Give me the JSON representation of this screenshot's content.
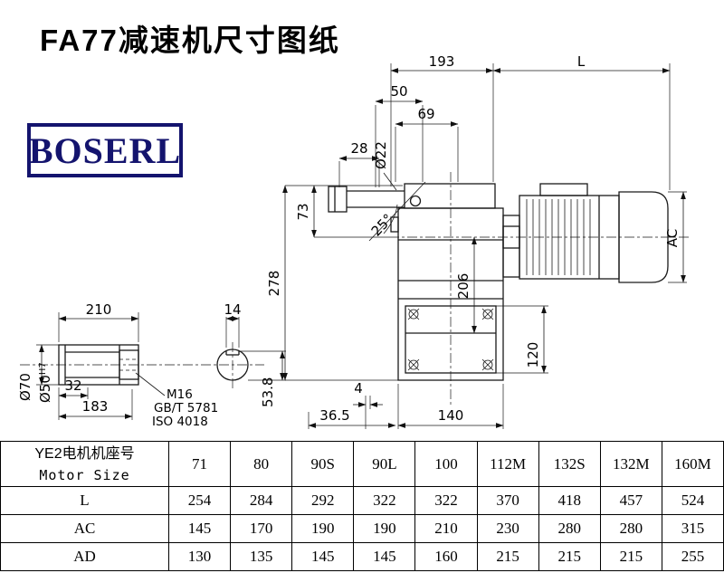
{
  "page": {
    "title": "FA77减速机尺寸图纸"
  },
  "logo": {
    "text": "BOSERL",
    "color": "#14146e"
  },
  "drawing": {
    "dims": {
      "d193": "193",
      "dL": "L",
      "d50": "50",
      "d69": "69",
      "o22": "Ø22",
      "d28": "28",
      "a25": "25°",
      "d73": "73",
      "d278": "278",
      "d206": "206",
      "ac": "AC",
      "d120": "120",
      "d4": "4",
      "d36_5": "36.5",
      "d140": "140",
      "d210": "210",
      "d14": "14",
      "d32": "32",
      "d183": "183",
      "o70": "Ø70",
      "o50": "Ø50",
      "o50tol": "H7",
      "d53_8": "53.8"
    },
    "notes": {
      "m16": "M16",
      "std1": "GB/T 5781",
      "std2": "ISO 4018"
    }
  },
  "table": {
    "header_cn": "YE2电机机座号",
    "header_en": "Motor Size",
    "sizes": [
      "71",
      "80",
      "90S",
      "90L",
      "100",
      "112M",
      "132S",
      "132M",
      "160M"
    ],
    "rows": [
      {
        "label": "L",
        "values": [
          "254",
          "284",
          "292",
          "322",
          "322",
          "370",
          "418",
          "457",
          "524"
        ]
      },
      {
        "label": "AC",
        "values": [
          "145",
          "170",
          "190",
          "190",
          "210",
          "230",
          "280",
          "280",
          "315"
        ]
      },
      {
        "label": "AD",
        "values": [
          "130",
          "135",
          "145",
          "145",
          "160",
          "215",
          "215",
          "215",
          "255"
        ]
      }
    ]
  }
}
